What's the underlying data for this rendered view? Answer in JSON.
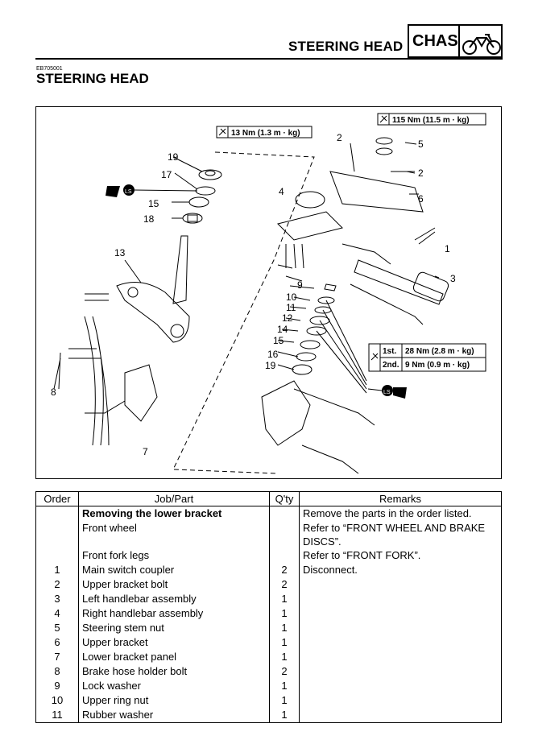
{
  "header": {
    "title": "STEERING HEAD",
    "badge": "CHAS",
    "badge_icon": "motorcycle-icon"
  },
  "doc_code": "EB705001",
  "section_title": "STEERING HEAD",
  "diagram": {
    "torque_top_left": "13 Nm (1.3 m · kg)",
    "torque_top_right": "115 Nm (11.5 m · kg)",
    "torque_1st_label": "1st.",
    "torque_1st_value": "28 Nm (2.8 m · kg)",
    "torque_2nd_label": "2nd.",
    "torque_2nd_value": "9 Nm (0.9 m · kg)",
    "lube_symbol": "LS",
    "callouts": [
      "19",
      "17",
      "15",
      "18",
      "13",
      "8",
      "7",
      "2",
      "5",
      "2",
      "6",
      "4",
      "1",
      "3",
      "9",
      "10",
      "11",
      "12",
      "14",
      "15",
      "16",
      "19"
    ]
  },
  "table": {
    "headers": [
      "Order",
      "Job/Part",
      "Q'ty",
      "Remarks"
    ],
    "rows": [
      {
        "order": "",
        "part": "Removing the lower bracket",
        "qty": "",
        "remarks": "Remove the parts in the order listed.",
        "bold": true
      },
      {
        "order": "",
        "part": "Front wheel",
        "qty": "",
        "remarks": "Refer to “FRONT WHEEL AND BRAKE",
        "remarks2": "DISCS”."
      },
      {
        "order": "",
        "part": "Front fork legs",
        "qty": "",
        "remarks": "Refer to “FRONT FORK”."
      },
      {
        "order": "1",
        "part": "Main switch coupler",
        "qty": "2",
        "remarks": "Disconnect."
      },
      {
        "order": "2",
        "part": "Upper bracket bolt",
        "qty": "2",
        "remarks": ""
      },
      {
        "order": "3",
        "part": "Left handlebar assembly",
        "qty": "1",
        "remarks": ""
      },
      {
        "order": "4",
        "part": "Right handlebar assembly",
        "qty": "1",
        "remarks": ""
      },
      {
        "order": "5",
        "part": "Steering stem nut",
        "qty": "1",
        "remarks": ""
      },
      {
        "order": "6",
        "part": "Upper bracket",
        "qty": "1",
        "remarks": ""
      },
      {
        "order": "7",
        "part": "Lower bracket panel",
        "qty": "1",
        "remarks": ""
      },
      {
        "order": "8",
        "part": "Brake hose holder bolt",
        "qty": "2",
        "remarks": ""
      },
      {
        "order": "9",
        "part": "Lock washer",
        "qty": "1",
        "remarks": ""
      },
      {
        "order": "10",
        "part": "Upper ring nut",
        "qty": "1",
        "remarks": ""
      },
      {
        "order": "11",
        "part": "Rubber washer",
        "qty": "1",
        "remarks": ""
      }
    ]
  }
}
